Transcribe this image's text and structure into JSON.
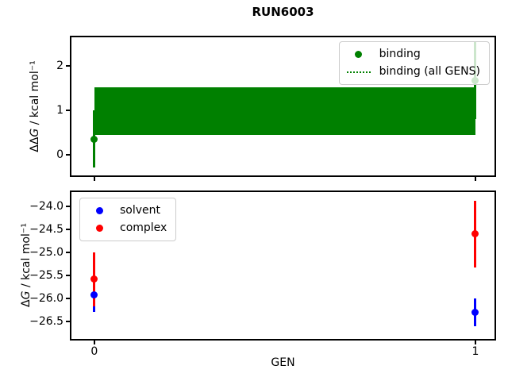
{
  "figure": {
    "title": "RUN6003",
    "background": "#ffffff",
    "xlabel": "GEN"
  },
  "chart_data": [
    {
      "type": "scatter",
      "panel": "top",
      "ylabel": "ΔΔG / kcal mol⁻¹",
      "ylabel_parts": {
        "prefix": "ΔΔ",
        "var": "G",
        "suffix": " / kcal mol⁻¹"
      },
      "xlim": [
        -0.06,
        1.05
      ],
      "ylim": [
        -0.47,
        2.64
      ],
      "grid": false,
      "yticks": [
        {
          "v": 0,
          "label": "0"
        },
        {
          "v": 1,
          "label": "1"
        },
        {
          "v": 2,
          "label": "2"
        }
      ],
      "xticks": [
        {
          "v": 0,
          "label": ""
        },
        {
          "v": 1,
          "label": ""
        }
      ],
      "band": {
        "label": "binding (all GENS)",
        "color": "#008000",
        "line_style": "dotted",
        "mean": 0.98,
        "lo": 0.44,
        "hi": 1.52,
        "x_from": 0,
        "x_to": 1
      },
      "series": [
        {
          "name": "binding",
          "color": "#008000",
          "x": [
            0,
            1
          ],
          "y": [
            0.35,
            1.67
          ],
          "yerr": [
            0.65,
            0.87
          ]
        }
      ],
      "legend": {
        "position": "upper right",
        "items": [
          {
            "label": "binding",
            "marker": "dot",
            "color": "#008000"
          },
          {
            "label": "binding (all GENS)",
            "marker": "dotted-line",
            "color": "#008000"
          }
        ]
      }
    },
    {
      "type": "scatter",
      "panel": "bottom",
      "xlabel": "GEN",
      "ylabel": "ΔG / kcal mol⁻¹",
      "ylabel_parts": {
        "prefix": "Δ",
        "var": "G",
        "suffix": " / kcal mol⁻¹"
      },
      "xlim": [
        -0.06,
        1.05
      ],
      "ylim": [
        -26.87,
        -23.7
      ],
      "grid": false,
      "yticks": [
        {
          "v": -24.0,
          "label": "−24.0"
        },
        {
          "v": -24.5,
          "label": "−24.5"
        },
        {
          "v": -25.0,
          "label": "−25.0"
        },
        {
          "v": -25.5,
          "label": "−25.5"
        },
        {
          "v": -26.0,
          "label": "−26.0"
        },
        {
          "v": -26.5,
          "label": "−26.5"
        }
      ],
      "xticks": [
        {
          "v": 0,
          "label": "0"
        },
        {
          "v": 1,
          "label": "1"
        }
      ],
      "series": [
        {
          "name": "solvent",
          "color": "#0000ff",
          "x": [
            0,
            1
          ],
          "y": [
            -25.92,
            -26.3
          ],
          "yerr": [
            0.36,
            0.3
          ]
        },
        {
          "name": "complex",
          "color": "#ff0000",
          "x": [
            0,
            1
          ],
          "y": [
            -25.58,
            -24.6
          ],
          "yerr": [
            0.58,
            0.72
          ]
        }
      ],
      "legend": {
        "position": "upper left",
        "items": [
          {
            "label": "solvent",
            "marker": "dot",
            "color": "#0000ff"
          },
          {
            "label": "complex",
            "marker": "dot",
            "color": "#ff0000"
          }
        ]
      }
    }
  ]
}
